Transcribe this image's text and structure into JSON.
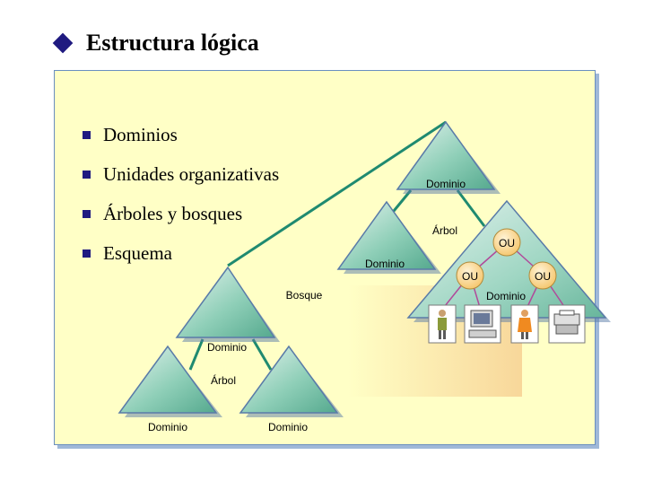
{
  "title": "Estructura lógica",
  "bullets": [
    "Dominios",
    "Unidades organizativas",
    "Árboles y bosques",
    "Esquema"
  ],
  "diagram": {
    "domain_top": "Dominio",
    "domain_mid": "Dominio",
    "domain_ou": "Dominio",
    "tree_right": "Árbol",
    "forest": "Bosque",
    "domain_left_root": "Dominio",
    "tree_left": "Árbol",
    "domain_bottom_left": "Dominio",
    "domain_bottom_right": "Dominio",
    "ou_top": "OU",
    "ou_left": "OU",
    "ou_right": "OU"
  },
  "icons": [
    "user-icon",
    "computer-icon",
    "user-icon",
    "printer-icon"
  ],
  "colors": {
    "panel": "#ffffc6",
    "triangle": "#6fbfa6",
    "link_line": "#1f8a70",
    "ou_circle": "#ffd68a",
    "ou_link": "#b04a9a",
    "bullet": "#1f1a80"
  }
}
